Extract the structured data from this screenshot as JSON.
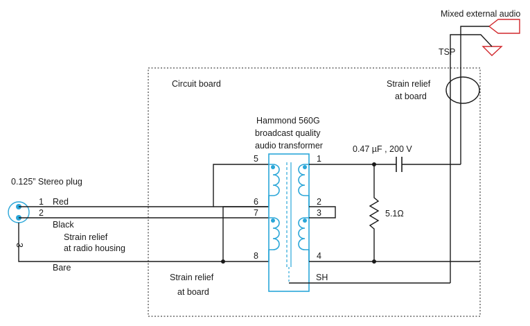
{
  "labels": {
    "mixed_external_audio": "Mixed external audio",
    "tsp": "TSP",
    "circuit_board": "Circuit board",
    "strain_relief_board_top_1": "Strain relief",
    "strain_relief_board_top_2": "at board",
    "transformer_1": "Hammond 560G",
    "transformer_2": "broadcast quality",
    "transformer_3": "audio transformer",
    "capacitor": "0.47 µF , 200 V",
    "resistor": "5.1Ω",
    "stereo_plug": "0.125” Stereo plug",
    "plug_pin_1": "1",
    "plug_pin_2": "2",
    "plug_pin_3": "3",
    "red": "Red",
    "black": "Black",
    "bare": "Bare",
    "strain_relief_radio_1": "Strain relief",
    "strain_relief_radio_2": "at radio housing",
    "strain_relief_board_bottom_1": "Strain relief",
    "strain_relief_board_bottom_2": "at board",
    "pin_5": "5",
    "pin_6": "6",
    "pin_7": "7",
    "pin_8": "8",
    "pin_1": "1",
    "pin_2": "2",
    "pin_3": "3",
    "pin_4": "4",
    "pin_sh": "SH"
  },
  "colors": {
    "wire": "#1a1a1a",
    "transformer": "#2aa6d8",
    "output_symbols": "#d1262b"
  }
}
